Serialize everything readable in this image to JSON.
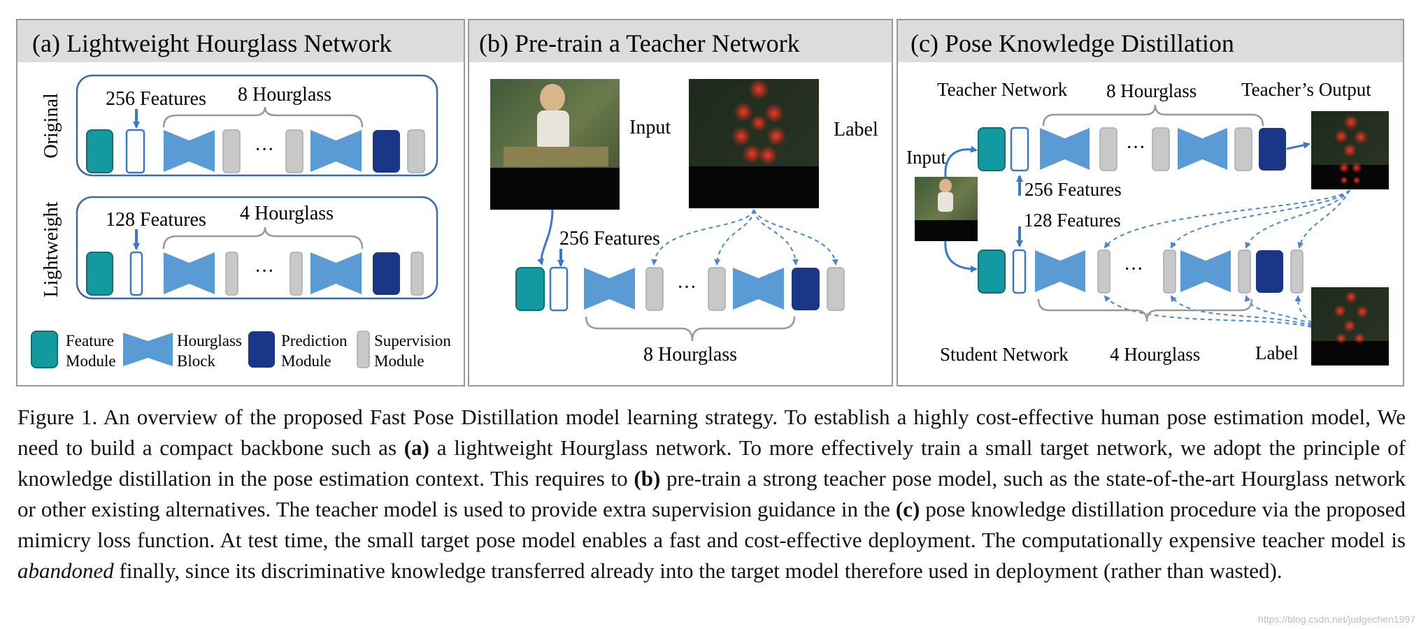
{
  "panel_a": {
    "title": "(a) Lightweight Hourglass Network",
    "row_original_label": "Original",
    "row_lightweight_label": "Lightweight",
    "original_features": "256 Features",
    "original_hourglass": "8 Hourglass",
    "lightweight_features": "128 Features",
    "lightweight_hourglass": "4 Hourglass",
    "ellipsis": "···",
    "legend": {
      "feature": [
        "Feature",
        "Module"
      ],
      "hourglass": [
        "Hourglass",
        "Block"
      ],
      "prediction": [
        "Prediction",
        "Module"
      ],
      "supervision": [
        "Supervision",
        "Module"
      ]
    }
  },
  "panel_b": {
    "title": "(b) Pre-train a Teacher Network",
    "input_label": "Input",
    "label_label": "Label",
    "features": "256 Features",
    "hourglass": "8 Hourglass",
    "ellipsis": "···"
  },
  "panel_c": {
    "title": "(c) Pose Knowledge Distillation",
    "teacher_network": "Teacher Network",
    "teacher_hourglass": "8 Hourglass",
    "teacher_output": "Teacher’s Output",
    "input_label": "Input",
    "teacher_features": "256 Features",
    "student_features": "128 Features",
    "student_network": "Student Network",
    "student_hourglass": "4 Hourglass",
    "label_label": "Label",
    "ellipsis": "···"
  },
  "colors": {
    "feature_module": "#139aa0",
    "hourglass": "#5b9bd5",
    "prediction_module": "#1a3787",
    "supervision_module": "#c8c8c8",
    "arrow": "#3c78c8",
    "panel_header": "#dcdcdc"
  },
  "caption": {
    "prefix": "Figure 1.   An overview of the proposed Fast Pose Distillation model learning strategy.  To establish a highly cost-effective human pose estimation model, We need to build a compact backbone such as ",
    "a": "(a)",
    "part2": " a lightweight Hourglass network.  To more effectively train a small target network, we adopt the principle of knowledge distillation in the pose estimation context.  This requires to ",
    "b": "(b)",
    "part3": " pre-train a strong teacher pose model, such as the state-of-the-art Hourglass network or other existing alternatives.  The teacher model is used to provide extra supervision guidance in the ",
    "c": "(c)",
    "part4": " pose knowledge distillation procedure via the proposed mimicry loss function.  At test time, the small target pose model enables a fast and cost-effective deployment.  The computationally expensive teacher model is ",
    "abandoned": "abandoned",
    "part5": " finally, since its discriminative knowledge transferred already into the target model therefore used in deployment (rather than wasted)."
  },
  "watermark": "https://blog.csdn.net/judgechen1997"
}
